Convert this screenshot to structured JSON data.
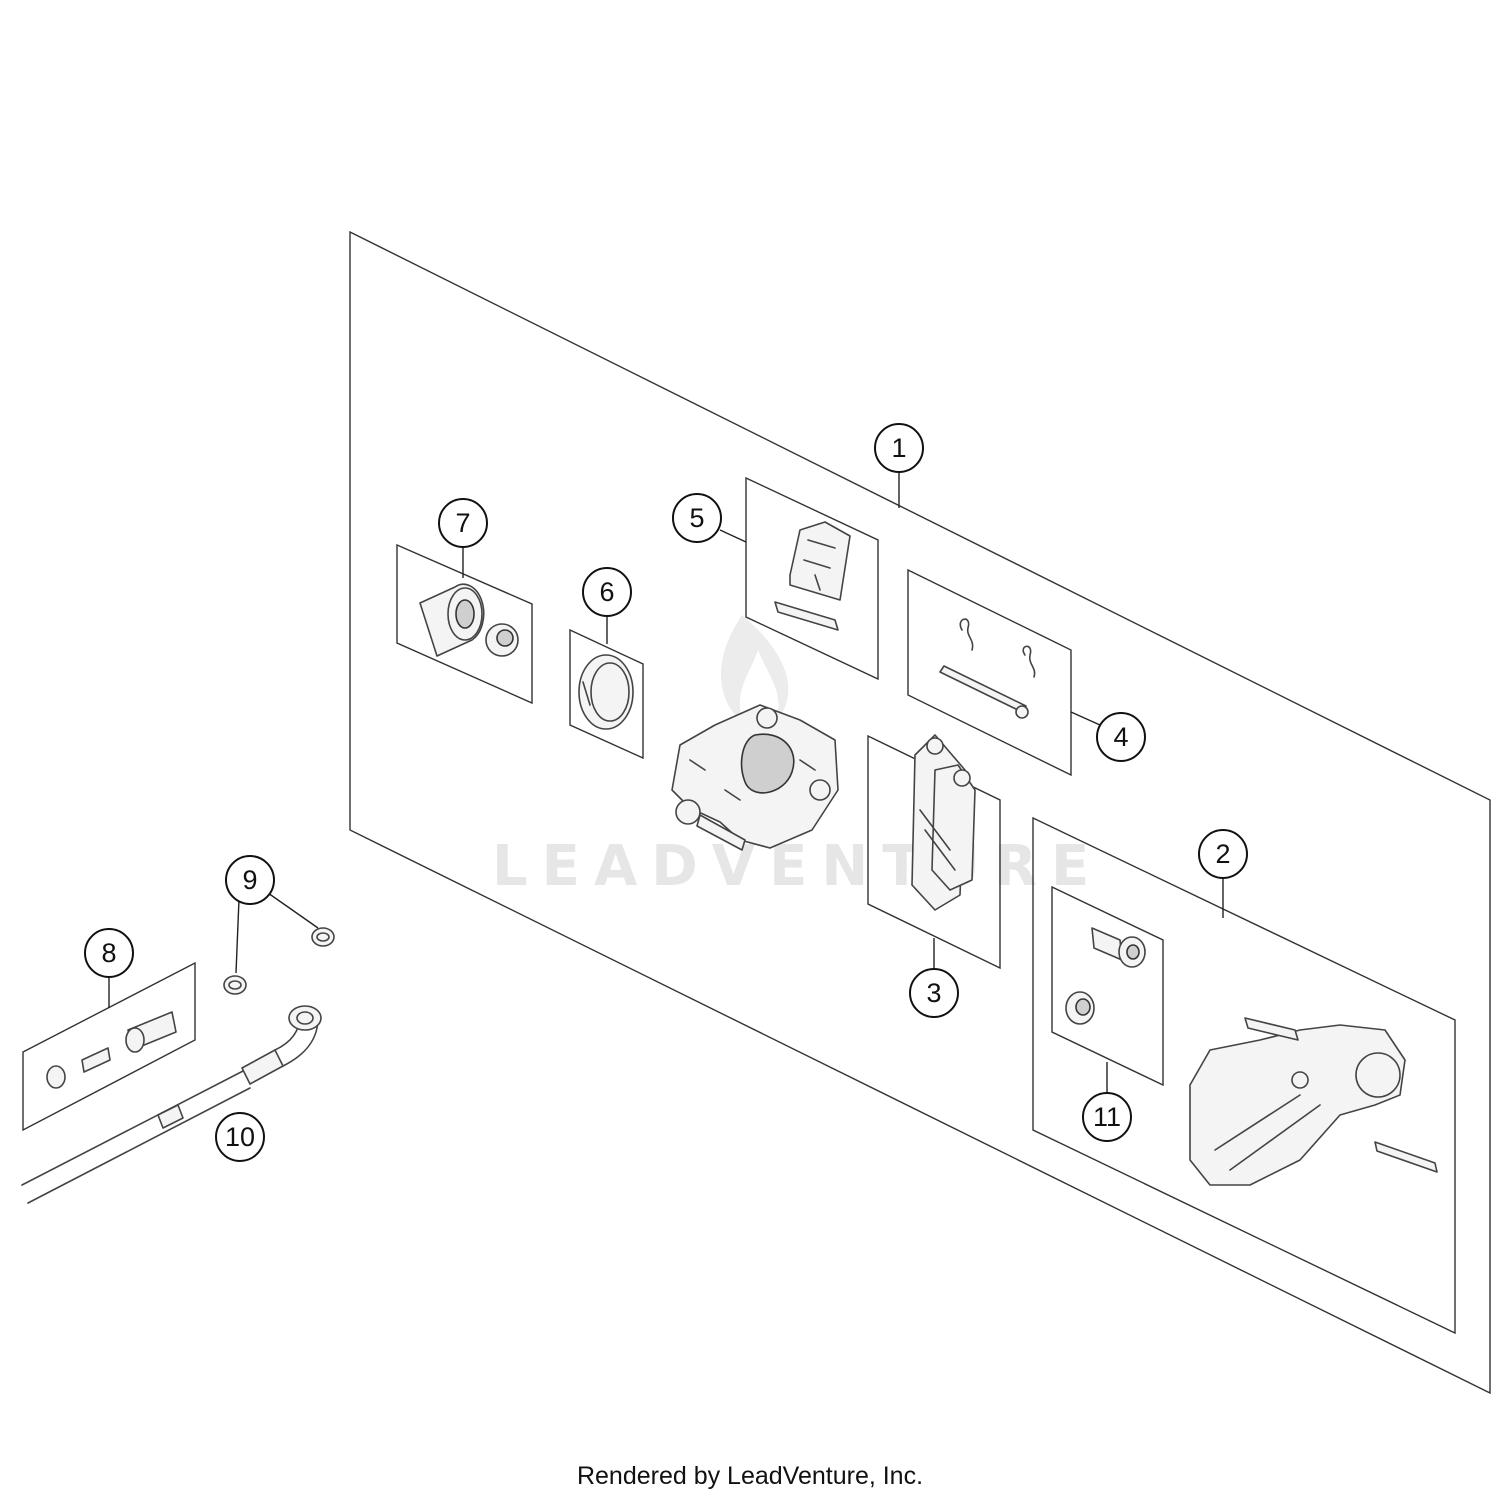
{
  "watermark": {
    "text": "LEADVENTURE"
  },
  "callouts": [
    {
      "id": "1",
      "label": "1"
    },
    {
      "id": "2",
      "label": "2"
    },
    {
      "id": "3",
      "label": "3"
    },
    {
      "id": "4",
      "label": "4"
    },
    {
      "id": "5",
      "label": "5"
    },
    {
      "id": "6",
      "label": "6"
    },
    {
      "id": "7",
      "label": "7"
    },
    {
      "id": "8",
      "label": "8"
    },
    {
      "id": "9",
      "label": "9"
    },
    {
      "id": "10",
      "label": "10"
    },
    {
      "id": "11",
      "label": "11"
    }
  ],
  "footer": {
    "text": "Rendered by LeadVenture, Inc."
  }
}
